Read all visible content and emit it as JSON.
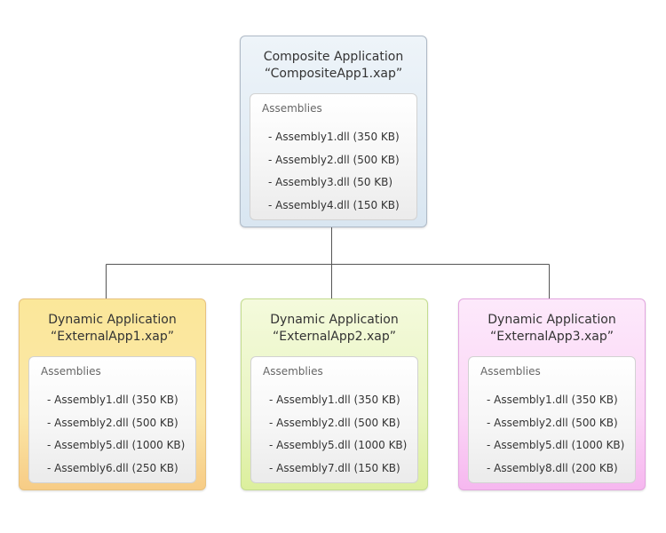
{
  "composite": {
    "title": "Composite Application",
    "file": "“CompositeApp1.xap”",
    "section_label": "Assemblies",
    "assemblies": [
      "- Assembly1.dll (350 KB)",
      "- Assembly2.dll (500 KB)",
      "- Assembly3.dll (50 KB)",
      "- Assembly4.dll (150 KB)"
    ]
  },
  "dynamic": [
    {
      "title": "Dynamic Application",
      "file": "“ExternalApp1.xap”",
      "section_label": "Assemblies",
      "assemblies": [
        "- Assembly1.dll (350 KB)",
        "- Assembly2.dll (500 KB)",
        "- Assembly5.dll (1000 KB)",
        "- Assembly6.dll (250 KB)"
      ]
    },
    {
      "title": "Dynamic Application",
      "file": "“ExternalApp2.xap”",
      "section_label": "Assemblies",
      "assemblies": [
        "- Assembly1.dll (350 KB)",
        "- Assembly2.dll (500 KB)",
        "- Assembly5.dll (1000 KB)",
        "- Assembly7.dll (150 KB)"
      ]
    },
    {
      "title": "Dynamic Application",
      "file": "“ExternalApp3.xap”",
      "section_label": "Assemblies",
      "assemblies": [
        "- Assembly1.dll (350 KB)",
        "- Assembly2.dll (500 KB)",
        "- Assembly5.dll (1000 KB)",
        "- Assembly8.dll (200 KB)"
      ]
    }
  ],
  "colors": {
    "connector": "#555555",
    "composite_fill": "#d9e6f1",
    "ext1_fill": "#fbe79a",
    "ext2_fill": "#e9f5c2",
    "ext3_fill": "#fbd6f6"
  }
}
